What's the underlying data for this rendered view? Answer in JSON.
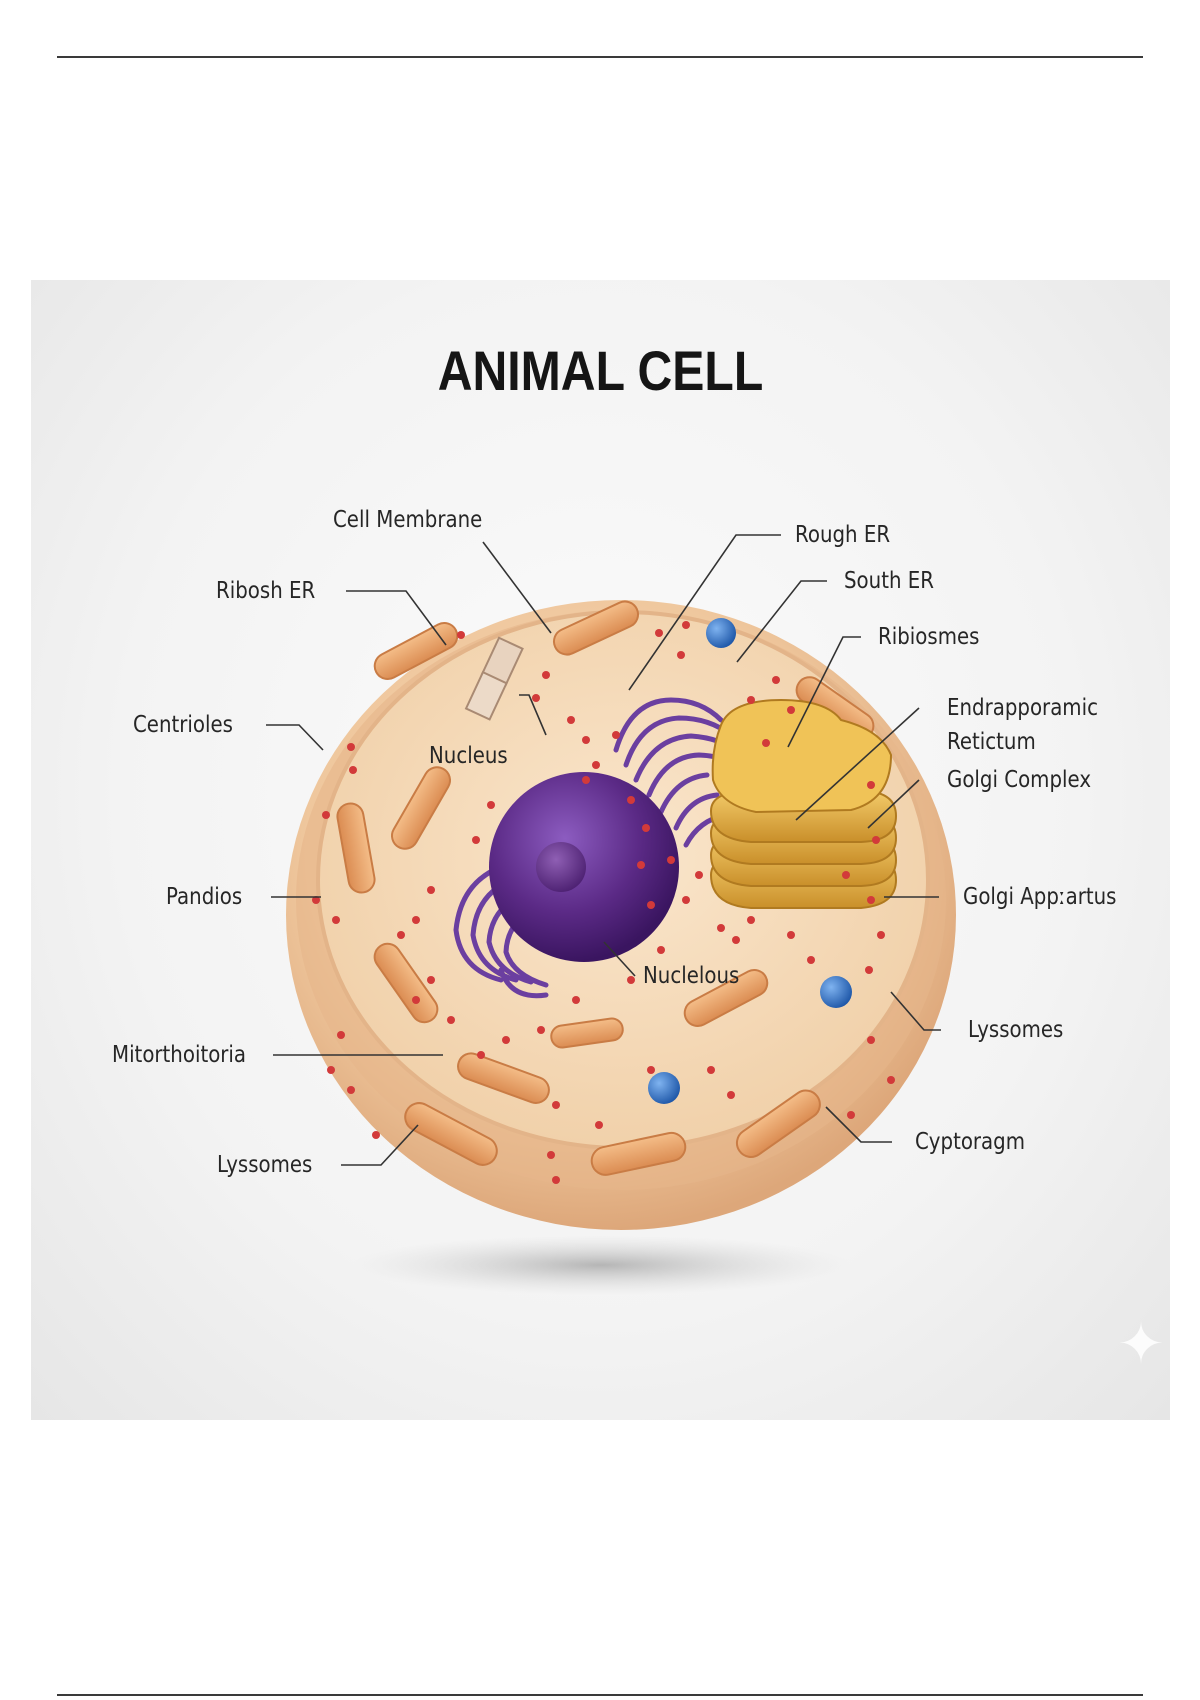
{
  "diagram": {
    "title": "ANIMAL CELL",
    "labels": {
      "cell_membrane": "Cell Membrane",
      "ribosh_er": "Ribosh ER",
      "centrioles": "Centrioles",
      "nucleus": "Nucleus",
      "pandios": "Pandios",
      "mitorthoitoria": "Mitorthoitoria",
      "lyssomes_left": "Lyssomes",
      "rough_er": "Rough ER",
      "south_er": "South ER",
      "ribiosmes": "Ribiosmes",
      "endrapporamic": "Endrapporamic",
      "retictum": "Retictum",
      "golgi_complex": "Golgi Complex",
      "golgi_appartus": "Golgi Appːartus",
      "nuclelous": "Nuclelous",
      "lyssomes_right": "Lyssomes",
      "cytoragm": "Cyptoragm"
    },
    "colors": {
      "cell_body": "#f1cfa8",
      "cell_rim": "#d9a77c",
      "nucleus": "#5b2a86",
      "chromatin": "#6b3fa0",
      "golgi": "#e1b046",
      "mitochondria": "#e9a46c",
      "ribosome": "#d23a3a",
      "lysosome": "#2f6fc4"
    },
    "watermark_icon": "sparkle-icon"
  }
}
